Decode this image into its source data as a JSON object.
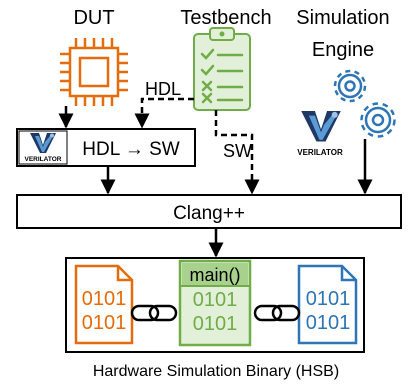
{
  "labels": {
    "dut": "DUT",
    "testbench": "Testbench",
    "sim_engine_line1": "Simulation",
    "sim_engine_line2": "Engine",
    "hdl_edge": "HDL",
    "sw_edge": "SW",
    "hdl_to_sw": "HDL → SW",
    "clang": "Clang++",
    "main": "main()",
    "hsb": "Hardware Simulation Binary (HSB)",
    "verilator": "VERILATOR",
    "bits": "0101"
  },
  "colors": {
    "dut": "#E46C0A",
    "testbench": "#70AD47",
    "testbench_fill": "#E2F0D9",
    "engine": "#2E75B6",
    "verilator_dark": "#1F3864",
    "verilator_light": "#5B9BD5",
    "arrow": "#000000"
  },
  "icons": {
    "dut": "chip-icon",
    "testbench": "clipboard-checklist-icon",
    "engine": "gears-icon",
    "verilator": "verilator-logo",
    "link": "chain-link-icon",
    "file": "document-icon"
  }
}
